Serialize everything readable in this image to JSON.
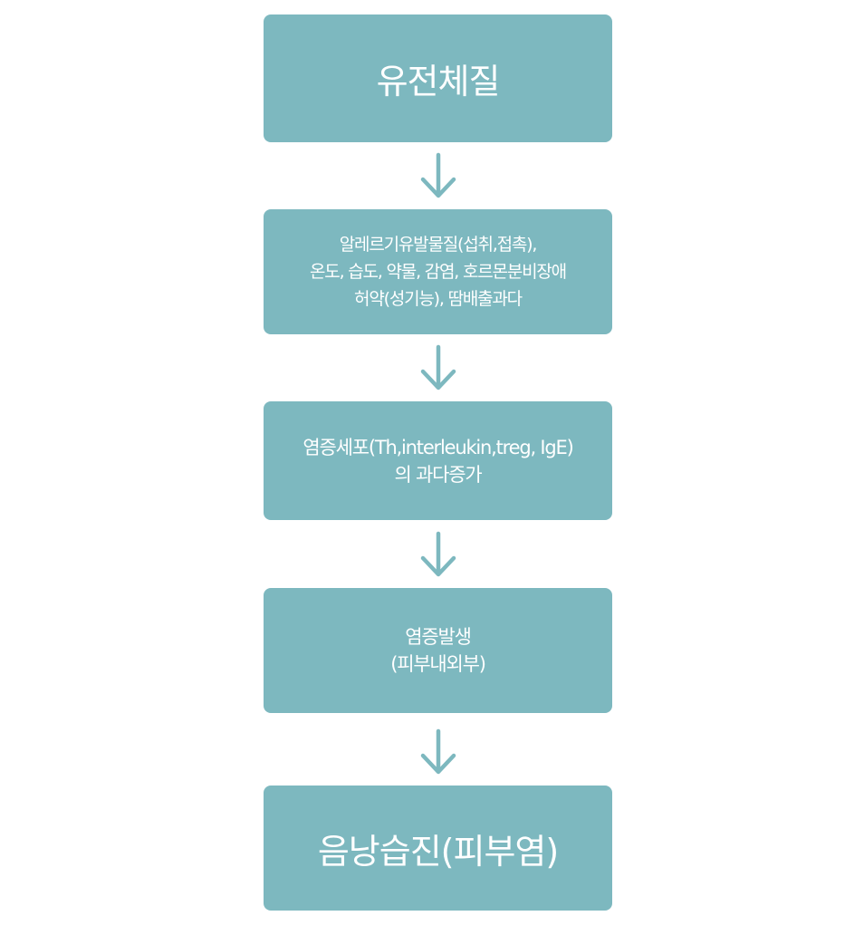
{
  "steps": [
    {
      "lines": [
        "유전체질"
      ]
    },
    {
      "lines": [
        "알레르기유발물질(섭취,접촉),",
        "온도, 습도, 약물, 감염, 호르몬분비장애",
        "허약(성기능), 땀배출과다"
      ]
    },
    {
      "lines": [
        "염증세포(Th,interleukin,treg, IgE)",
        "의 과다증가"
      ]
    },
    {
      "lines": [
        "염증발생",
        "(피부내외부)"
      ]
    },
    {
      "lines": [
        "음낭습진(피부염)"
      ]
    }
  ],
  "colors": {
    "box": "#7db8bf",
    "text": "#ffffff",
    "arrow": "#7db8bf"
  }
}
